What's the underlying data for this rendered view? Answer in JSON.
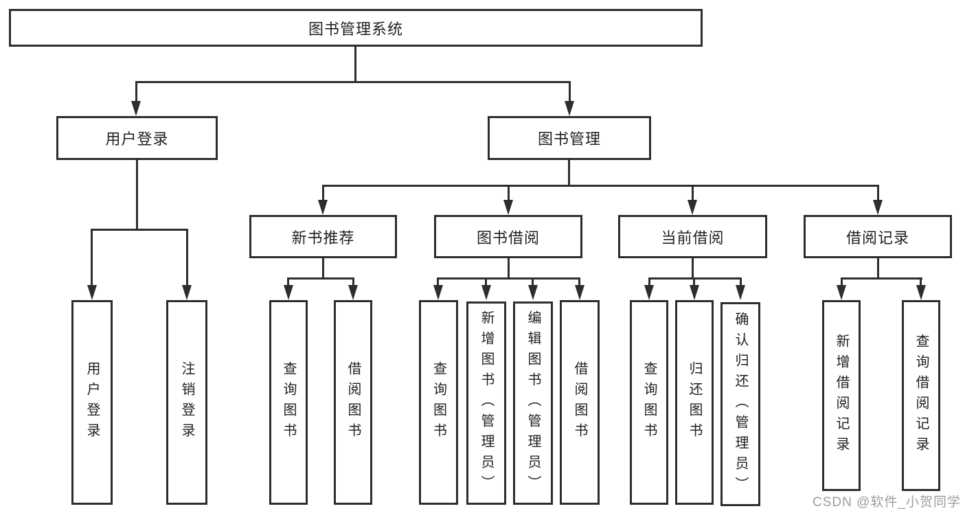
{
  "colors": {
    "line": "#2d2d2d",
    "box_border": "#2d2d2d",
    "text": "#1f1f1f",
    "watermark": "#9c9c9c",
    "background": "#ffffff"
  },
  "chart": {
    "root": {
      "label": "图书管理系统"
    },
    "login": {
      "label": "用户登录",
      "children": [
        "用户登录",
        "注销登录"
      ]
    },
    "mgmt": {
      "label": "图书管理",
      "groups": [
        {
          "label": "新书推荐",
          "children": [
            "查询图书",
            "借阅图书"
          ]
        },
        {
          "label": "图书借阅",
          "children": [
            "查询图书",
            "新增图书（管理员）",
            "编辑图书（管理员）",
            "借阅图书"
          ]
        },
        {
          "label": "当前借阅",
          "children": [
            "查询图书",
            "归还图书",
            "确认归还（管理员）"
          ]
        },
        {
          "label": "借阅记录",
          "children": [
            "新增借阅记录",
            "查询借阅记录"
          ]
        }
      ]
    }
  },
  "watermark": "CSDN @软件_小贺同学"
}
